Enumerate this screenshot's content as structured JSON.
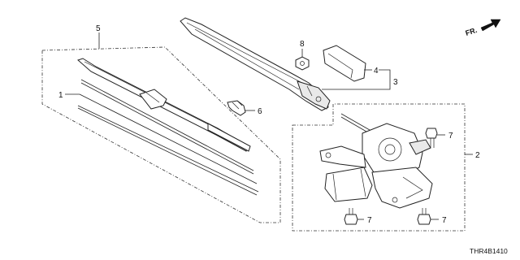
{
  "diagram_code": "THR4B1410",
  "front_indicator": "FR.",
  "callouts": {
    "c1": "1",
    "c2": "2",
    "c3": "3",
    "c4": "4",
    "c5": "5",
    "c6": "6",
    "c7a": "7",
    "c7b": "7",
    "c7c": "7",
    "c8": "8"
  },
  "colors": {
    "line": "#222222",
    "background": "#ffffff"
  }
}
